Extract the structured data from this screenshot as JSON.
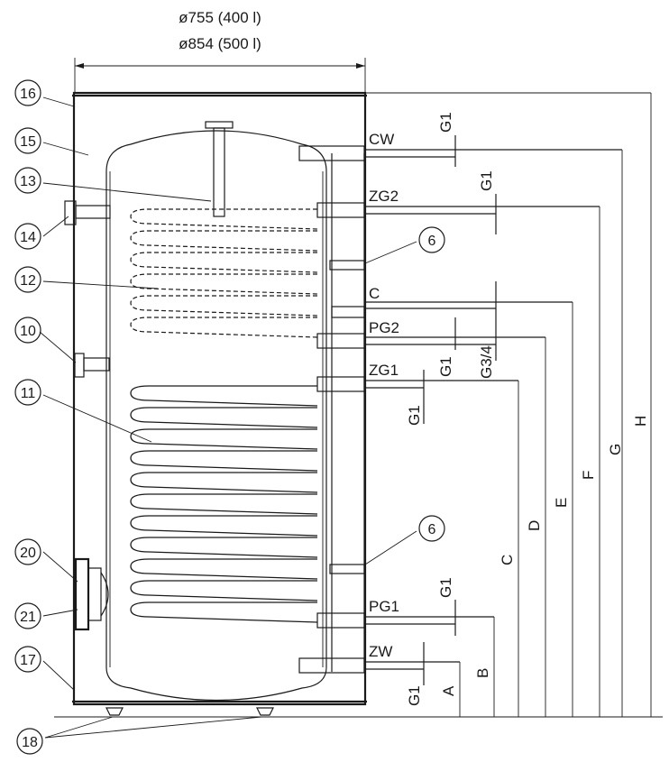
{
  "top_dimensions": {
    "line_1": "ø755 (400 l)",
    "line_2": "ø854 (500 l)"
  },
  "callouts": [
    "16",
    "15",
    "13",
    "14",
    "12",
    "10",
    "11",
    "20",
    "21",
    "17",
    "18",
    "6",
    "6"
  ],
  "connections": [
    "CW",
    "ZG2",
    "C",
    "PG2",
    "ZG1",
    "PG1",
    "ZW"
  ],
  "thread_labels": [
    "G1",
    "G1",
    "G1",
    "G3/4",
    "G1",
    "G1",
    "G1"
  ],
  "height_dimensions": [
    "A",
    "B",
    "C",
    "D",
    "E",
    "F",
    "G",
    "H"
  ]
}
